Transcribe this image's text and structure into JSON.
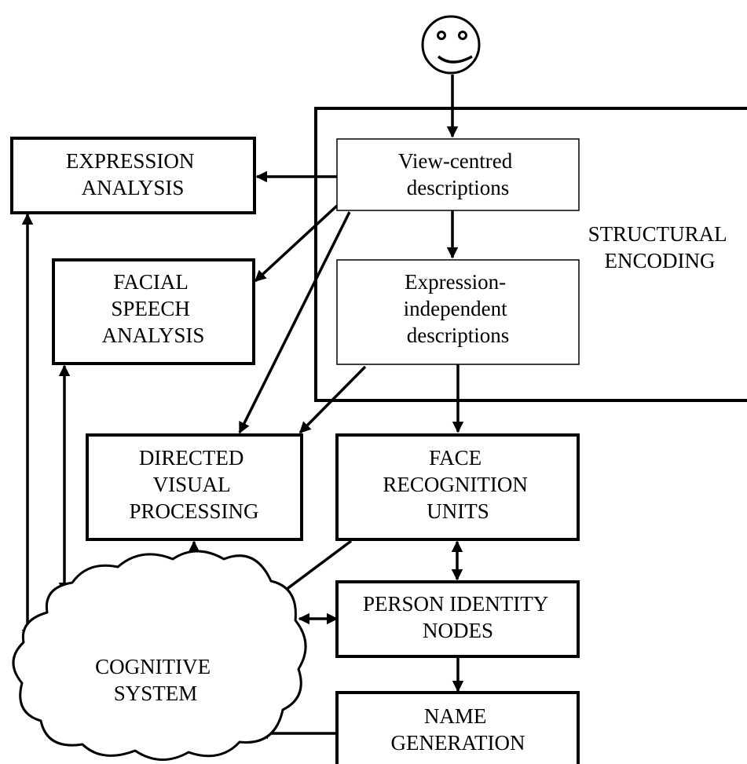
{
  "colors": {
    "stroke": "#000000",
    "background": "#ffffff"
  },
  "nodes": {
    "expression_analysis": [
      "EXPRESSION",
      "ANALYSIS"
    ],
    "facial_speech_analysis": [
      "FACIAL",
      "SPEECH",
      "ANALYSIS"
    ],
    "view_centred": [
      "View-centred",
      "descriptions"
    ],
    "expression_independent": [
      "Expression-",
      "independent",
      "descriptions"
    ],
    "structural_encoding": [
      "STRUCTURAL",
      "ENCODING"
    ],
    "directed_visual_processing": [
      "DIRECTED",
      "VISUAL",
      "PROCESSING"
    ],
    "face_recognition_units": [
      "FACE",
      "RECOGNITION",
      "UNITS"
    ],
    "person_identity_nodes": [
      "PERSON IDENTITY",
      "NODES"
    ],
    "name_generation": [
      "NAME",
      "GENERATION"
    ],
    "cognitive_system": [
      "COGNITIVE",
      "SYSTEM"
    ]
  },
  "icons": {
    "face": "smiley-face-icon"
  }
}
